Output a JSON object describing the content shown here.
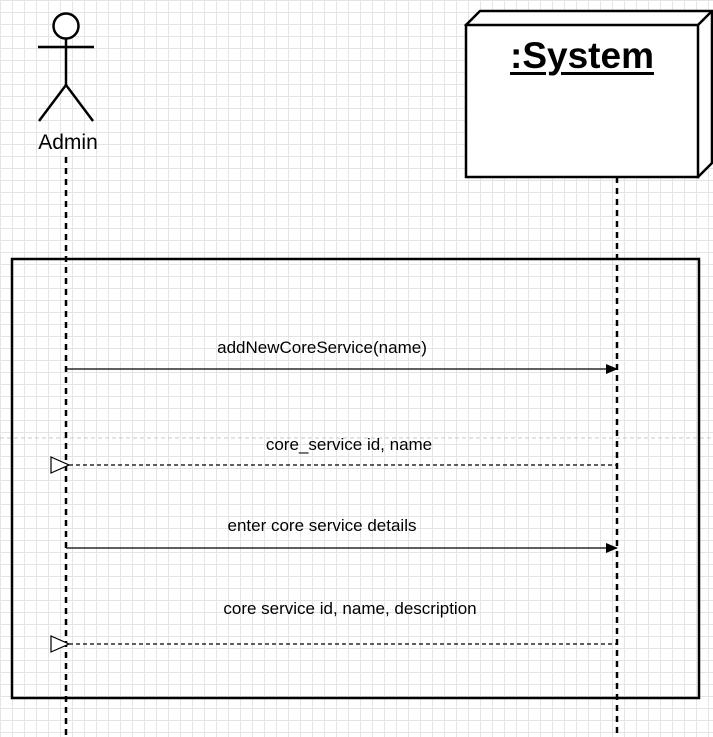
{
  "actor": {
    "name": "Admin"
  },
  "system": {
    "name": ":System"
  },
  "messages": [
    {
      "label": "addNewCoreService(name)",
      "kind": "call",
      "direction": "Admin→System"
    },
    {
      "label": "core_service id, name",
      "kind": "return",
      "direction": "System→Admin"
    },
    {
      "label": "enter core service details",
      "kind": "call",
      "direction": "Admin→System"
    },
    {
      "label": "core service id, name, description",
      "kind": "return",
      "direction": "System→Admin"
    }
  ],
  "colors": {
    "line": "#000000",
    "grid": "#e4e4e4",
    "background": "#ffffff",
    "divider": "#c8c8c8"
  }
}
